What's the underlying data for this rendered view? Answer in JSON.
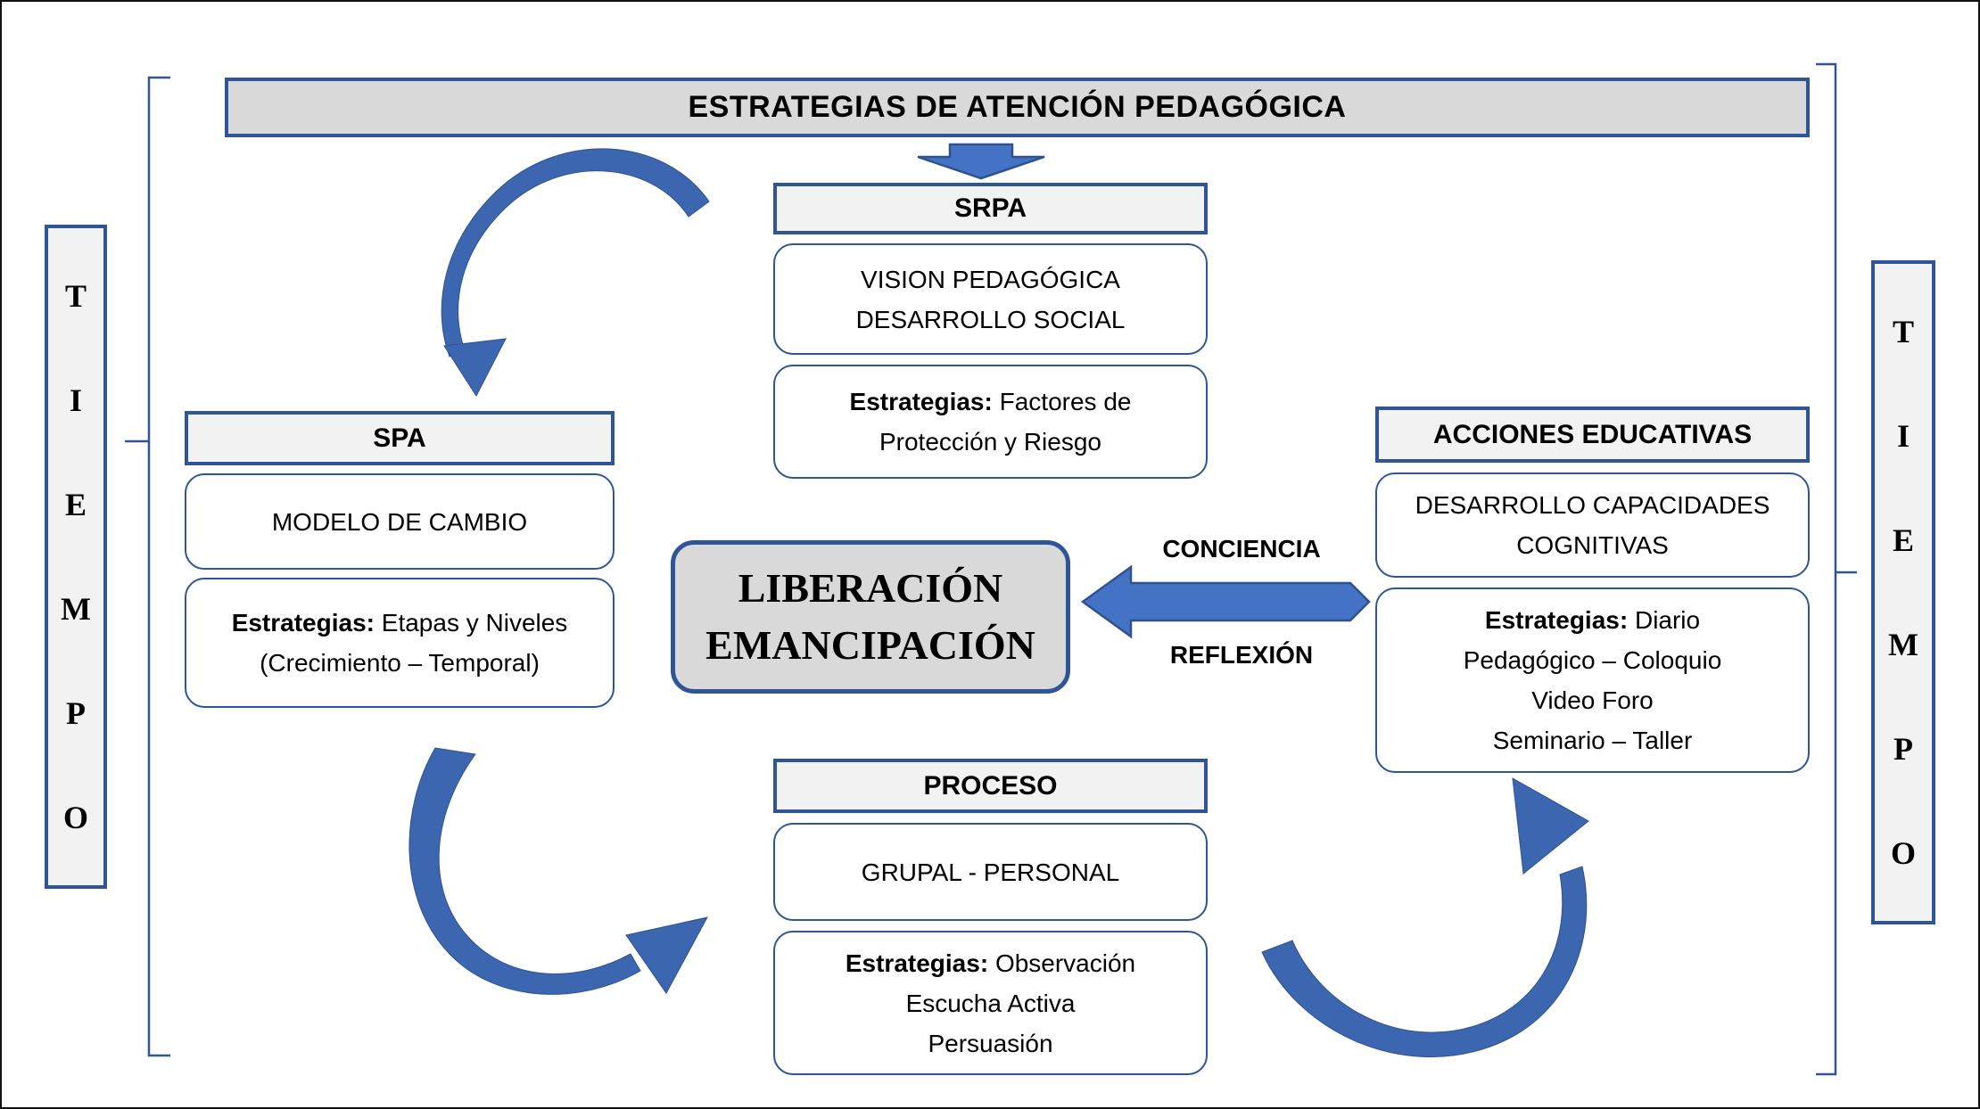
{
  "banner": {
    "title": "ESTRATEGIAS DE ATENCIÓN PEDAGÓGICA"
  },
  "tiempo": {
    "letters": [
      "T",
      "I",
      "E",
      "M",
      "P",
      "O"
    ]
  },
  "sections": {
    "srpa": {
      "header": "SRPA",
      "main_lines": [
        "VISION PEDAGÓGICA",
        "DESARROLLO SOCIAL"
      ],
      "strategies_label": "Estrategias:",
      "strategies_first": "Factores de",
      "strategies_lines": [
        "Protección y Riesgo"
      ]
    },
    "spa": {
      "header": "SPA",
      "main_lines": [
        "MODELO DE CAMBIO"
      ],
      "strategies_label": "Estrategias:",
      "strategies_first": "Etapas y Niveles",
      "strategies_lines": [
        "(Crecimiento – Temporal)"
      ]
    },
    "acciones": {
      "header": "ACCIONES EDUCATIVAS",
      "main_lines": [
        "DESARROLLO CAPACIDADES",
        "COGNITIVAS"
      ],
      "strategies_label": "Estrategias:",
      "strategies_first": "Diario",
      "strategies_lines": [
        "Pedagógico – Coloquio",
        "Video Foro",
        "Seminario – Taller"
      ]
    },
    "proceso": {
      "header": "PROCESO",
      "main_lines": [
        "GRUPAL - PERSONAL"
      ],
      "strategies_label": "Estrategias:",
      "strategies_first": "Observación",
      "strategies_lines": [
        "Escucha Activa",
        "Persuasión"
      ]
    }
  },
  "center": {
    "lines": [
      "LIBERACIÓN",
      "EMANCIPACIÓN"
    ]
  },
  "arrow_labels": {
    "top": "CONCIENCIA",
    "bottom": "REFLEXIÓN"
  },
  "colors": {
    "border_blue": "#2F5597",
    "arrow_fill": "#4472C4",
    "arrow_stroke": "#2F528F",
    "curved_arrow_fill": "#3D66B0",
    "banner_fill": "#D9D9D9",
    "header_fill": "#F2F2F2",
    "center_fill": "#D9D9D9",
    "frame_black": "#111111",
    "text": "#000000"
  }
}
